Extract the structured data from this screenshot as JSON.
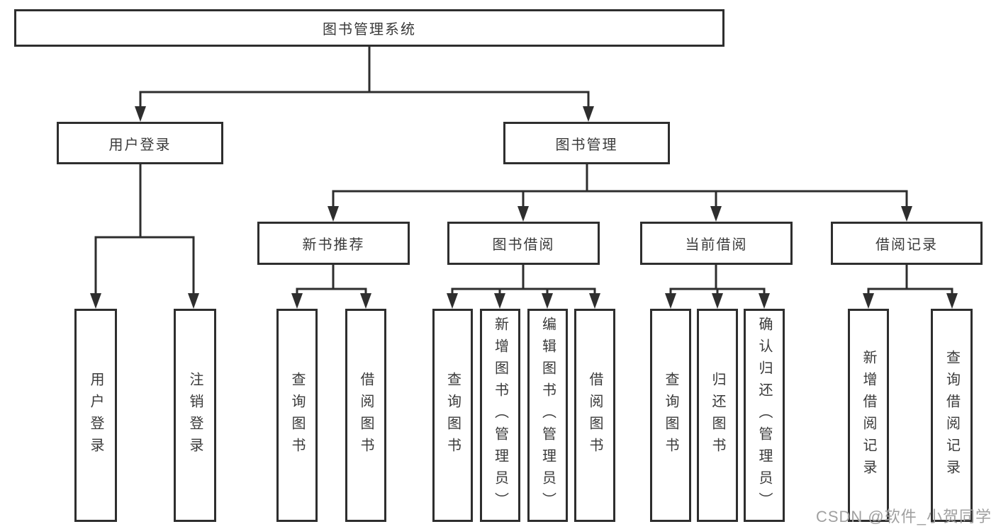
{
  "colors": {
    "line": "#2e2e2e",
    "text": "#3a3a3a",
    "background": "#ffffff",
    "watermark": "#a0a0a0"
  },
  "watermark": {
    "label": "CSDN @软件_小贺同学"
  },
  "tree": {
    "root": {
      "label": "图书管理系统"
    },
    "branches": [
      {
        "label": "用户登录",
        "children": [
          {
            "label": "用户登录"
          },
          {
            "label": "注销登录"
          }
        ]
      },
      {
        "label": "图书管理",
        "children": [
          {
            "label": "新书推荐",
            "children": [
              {
                "label": "查询图书"
              },
              {
                "label": "借阅图书"
              }
            ]
          },
          {
            "label": "图书借阅",
            "children": [
              {
                "label": "查询图书"
              },
              {
                "label": "新增图书（管理员）"
              },
              {
                "label": "编辑图书（管理员）"
              },
              {
                "label": "借阅图书"
              }
            ]
          },
          {
            "label": "当前借阅",
            "children": [
              {
                "label": "查询图书"
              },
              {
                "label": "归还图书"
              },
              {
                "label": "确认归还（管理员）"
              }
            ]
          },
          {
            "label": "借阅记录",
            "children": [
              {
                "label": "新增借阅记录"
              },
              {
                "label": "查询借阅记录"
              }
            ]
          }
        ]
      }
    ]
  }
}
